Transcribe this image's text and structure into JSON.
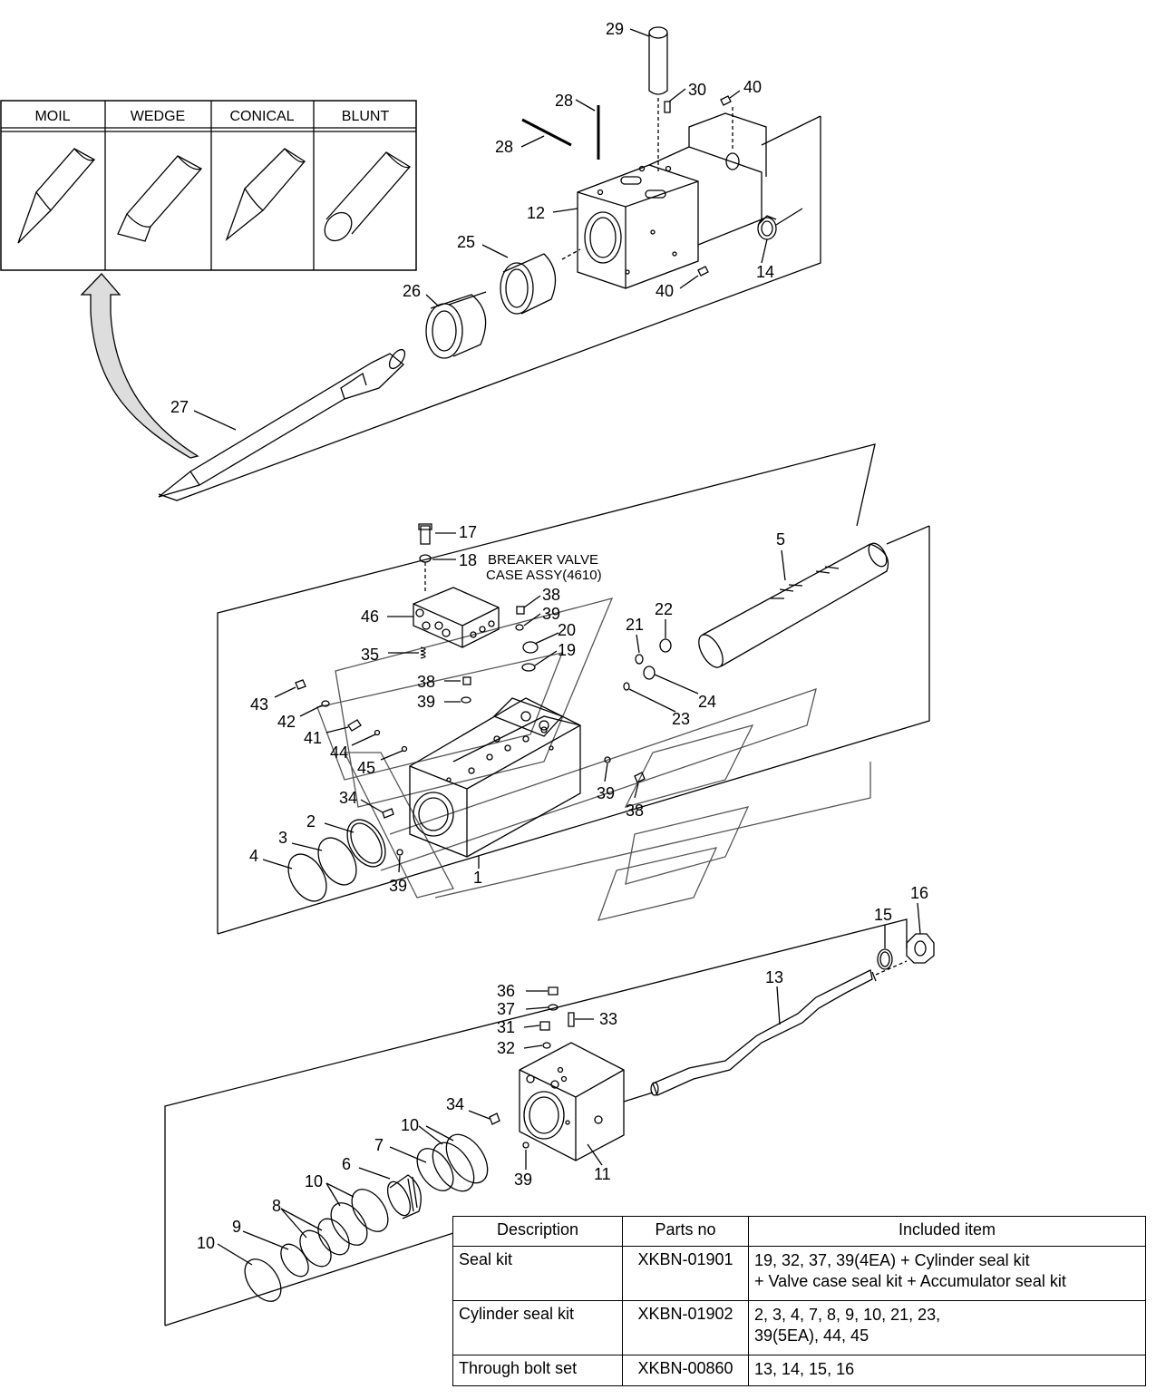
{
  "tool_table": {
    "headers": [
      "MOIL",
      "WEDGE",
      "CONICAL",
      "BLUNT"
    ]
  },
  "callouts": {
    "c29": "29",
    "c30": "30",
    "c40a": "40",
    "c28a": "28",
    "c28b": "28",
    "c12": "12",
    "c25": "25",
    "c14": "14",
    "c40b": "40",
    "c26": "26",
    "c27": "27",
    "c17": "17",
    "c18": "18",
    "c5": "5",
    "c38a": "38",
    "c46": "46",
    "c39a": "39",
    "c20": "20",
    "c21": "21",
    "c22": "22",
    "c19": "19",
    "c35": "35",
    "c38b": "38",
    "c39b": "39",
    "c43": "43",
    "c42": "42",
    "c41": "41",
    "c44": "44",
    "c45": "45",
    "c24": "24",
    "c23": "23",
    "c34a": "34",
    "c39c": "39",
    "c38c": "38",
    "c2": "2",
    "c3": "3",
    "c4": "4",
    "c39d": "39",
    "c1": "1",
    "c16": "16",
    "c15": "15",
    "c13": "13",
    "c36": "36",
    "c37": "37",
    "c33": "33",
    "c31": "31",
    "c32": "32",
    "c34b": "34",
    "c10a": "10",
    "c7": "7",
    "c6": "6",
    "c10b": "10",
    "c8": "8",
    "c9": "9",
    "c10c": "10",
    "c39e": "39",
    "c11": "11"
  },
  "valve_note": {
    "line1": "BREAKER VALVE",
    "line2": "CASE ASSY(4610)"
  },
  "kit_table": {
    "headers": {
      "description": "Description",
      "parts_no": "Parts no",
      "included": "Included item"
    },
    "rows": [
      {
        "description": "Seal kit",
        "parts_no": "XKBN-01901",
        "included": "19, 32, 37, 39(4EA) + Cylinder seal kit\n+ Valve case seal kit + Accumulator seal kit"
      },
      {
        "description": "Cylinder seal kit",
        "parts_no": "XKBN-01902",
        "included": "2, 3, 4, 7, 8, 9, 10, 21, 23,\n39(5EA), 44, 45"
      },
      {
        "description": "Through bolt set",
        "parts_no": "XKBN-00860",
        "included": "13, 14, 15, 16"
      }
    ]
  }
}
